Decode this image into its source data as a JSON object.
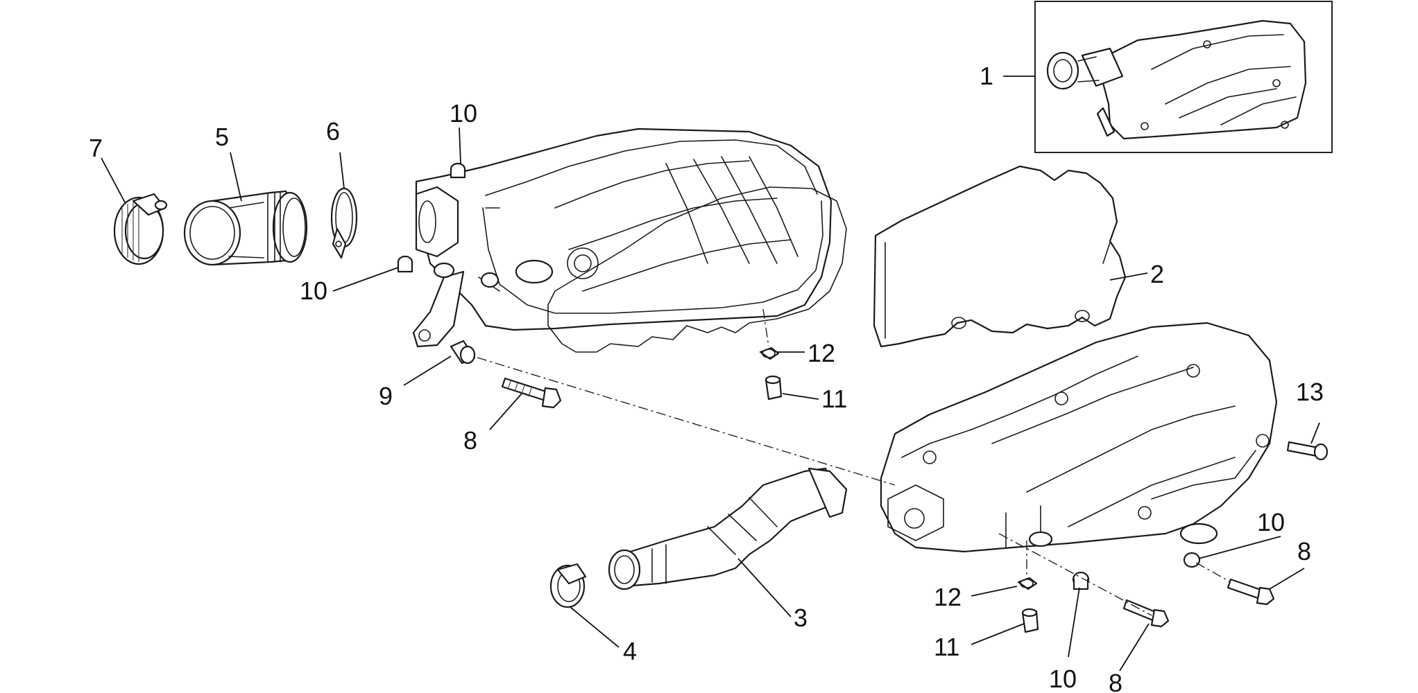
{
  "callouts": {
    "c1": "1",
    "c2": "2",
    "c3": "3",
    "c4": "4",
    "c5": "5",
    "c6": "6",
    "c7": "7",
    "c8a": "8",
    "c8b": "8",
    "c8c": "8",
    "c9": "9",
    "c10a": "10",
    "c10b": "10",
    "c10c": "10",
    "c10d": "10",
    "c11a": "11",
    "c11b": "11",
    "c12a": "12",
    "c12b": "12",
    "c13": "13"
  }
}
